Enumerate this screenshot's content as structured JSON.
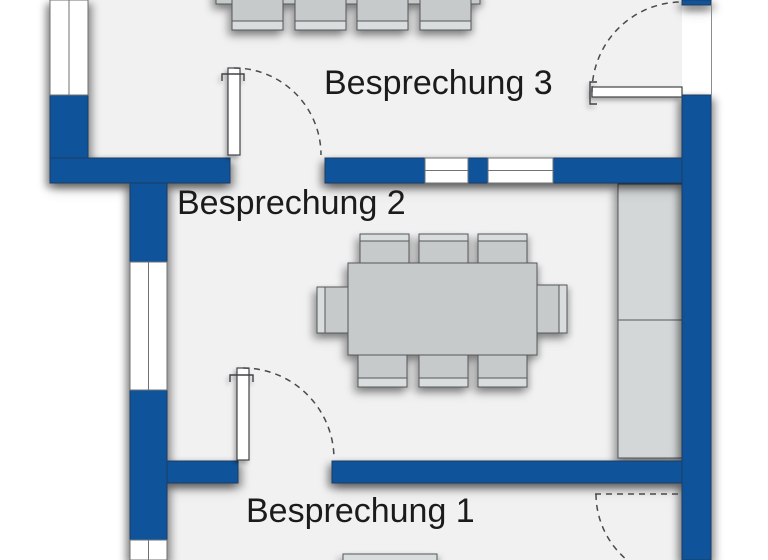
{
  "plan": {
    "rooms": [
      {
        "label": "Besprechung 3"
      },
      {
        "label": "Besprechung 2"
      },
      {
        "label": "Besprechung 1"
      }
    ]
  },
  "colors": {
    "wall": "#0F549B",
    "wall_outline": "#1E3C66",
    "floor": "#F1F1F1",
    "outside": "#FFFFFF",
    "window_fill": "#FFFFFF",
    "window_outline": "#6E7276",
    "furniture": "#C7CACA",
    "furniture_light": "#DADDDD",
    "furniture_outline": "#54585C",
    "cabinet": "#D4D7D7",
    "door_leaf": "#FFFFFF",
    "door_outline": "#3F4347",
    "dash": "#4A4A4A",
    "thin_edge": "#8A8D90",
    "text": "#1B1B1B"
  }
}
